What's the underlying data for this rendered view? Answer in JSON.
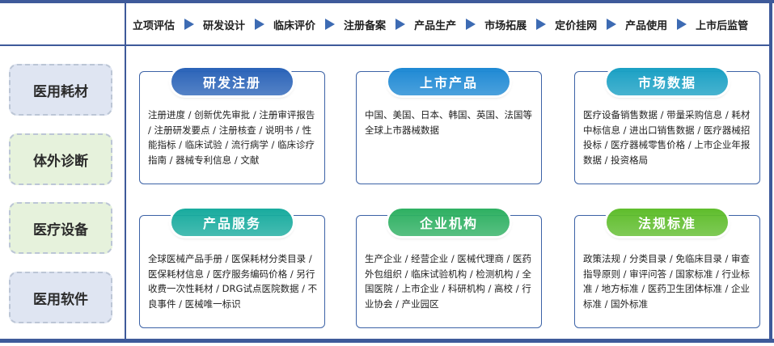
{
  "stages": [
    "立项评估",
    "研发设计",
    "临床评价",
    "注册备案",
    "产品生产",
    "市场拓展",
    "定价挂网",
    "产品使用",
    "上市后监管"
  ],
  "categories": [
    {
      "label": "医用耗材",
      "bg": "#dfe5f2"
    },
    {
      "label": "体外诊断",
      "bg": "#e6f2dc"
    },
    {
      "label": "医疗设备",
      "bg": "#e6f2dc"
    },
    {
      "label": "医用软件",
      "bg": "#dfe5f2"
    }
  ],
  "cards": [
    {
      "title": "研发注册",
      "color": "#2a63b8",
      "text": "注册进度 / 创新优先审批 / 注册审评报告 / 注册研发要点 / 注册核查 / 说明书 / 性能指标 / 临床试验 / 流行病学 / 临床诊疗指南 / 器械专利信息 / 文献"
    },
    {
      "title": "上市产品",
      "color": "#1e89d4",
      "text": "中国、美国、日本、韩国、英国、法国等全球上市器械数据"
    },
    {
      "title": "市场数据",
      "color": "#1aa0c4",
      "text": "医疗设备销售数据 / 带量采购信息 / 耗材中标信息 / 进出口销售数据 / 医疗器械招投标 / 医疗器械零售价格 / 上市企业年报数据 / 投资格局"
    },
    {
      "title": "产品服务",
      "color": "#18ab9e",
      "text": "全球医械产品手册 / 医保耗材分类目录 / 医保耗材信息 / 医疗服务编码价格 / 另行收费一次性耗材 / DRG试点医院数据 / 不良事件 / 医械唯一标识"
    },
    {
      "title": "企业机构",
      "color": "#2eb062",
      "text": "生产企业 / 经营企业 / 医械代理商 / 医药外包组织 / 临床试验机构 / 检测机构 / 全国医院 / 上市企业 / 科研机构 / 高校 / 行业协会 / 产业园区"
    },
    {
      "title": "法规标准",
      "color": "#5fbd2c",
      "text": "政策法规 / 分类目录 / 免临床目录 / 审查指导原则 / 审评问答 / 国家标准 / 行业标准 / 地方标准 / 医药卫生团体标准 / 企业标准 / 国外标准"
    }
  ]
}
